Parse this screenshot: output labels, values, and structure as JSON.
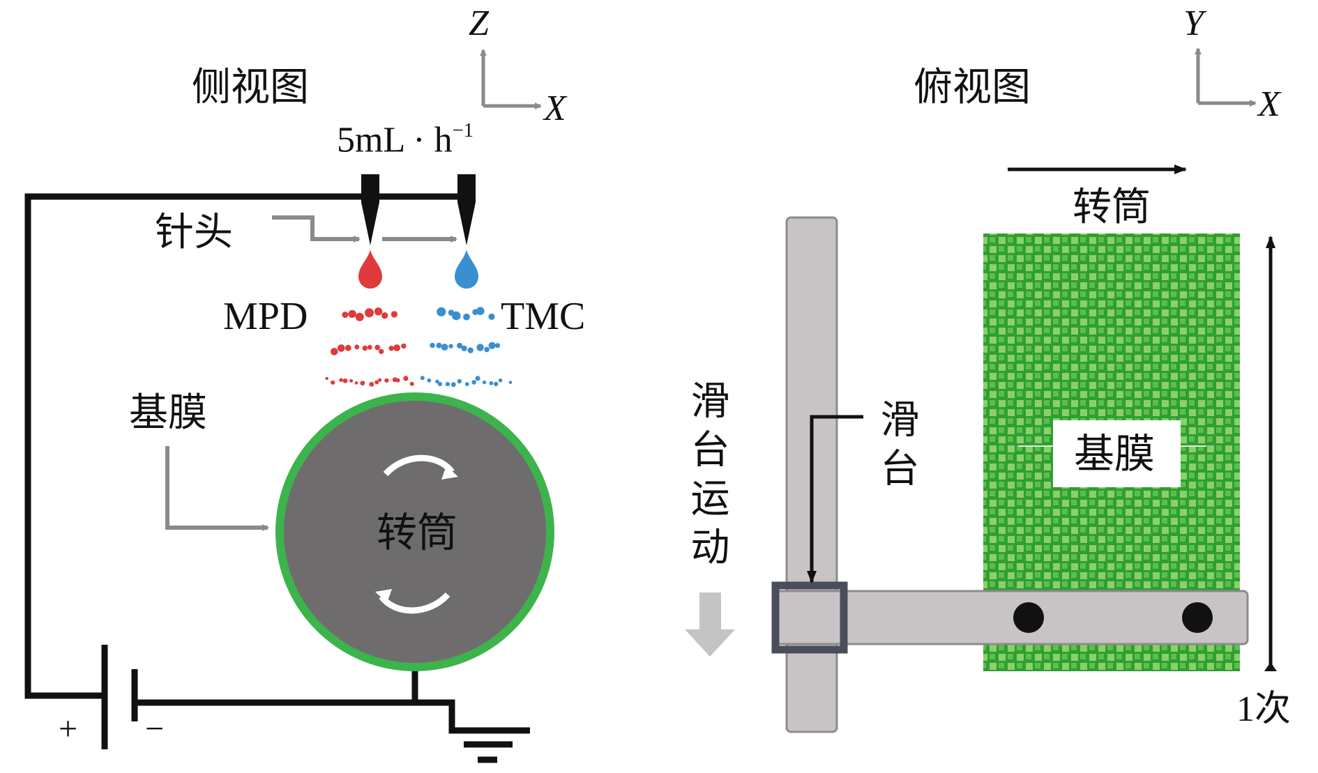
{
  "side_view": {
    "title": "侧视图",
    "axis_vertical": "Z",
    "axis_horizontal": "X",
    "flow_rate": "5mL · h",
    "flow_rate_exp": "−1",
    "needle_label": "针头",
    "left_monomer": "MPD",
    "right_monomer": "TMC",
    "substrate_label": "基膜",
    "drum_label": "转筒",
    "plus_sign": "+",
    "minus_sign": "−",
    "colors": {
      "mpd": "#e03a3a",
      "tmc": "#3a8fd0",
      "membrane": "#3cb44b",
      "drum": "#6f6c6e"
    }
  },
  "top_view": {
    "title": "俯视图",
    "axis_vertical": "Y",
    "axis_horizontal": "X",
    "drum_label": "转筒",
    "substrate_label": "基膜",
    "slide_label": "滑台",
    "slide_motion_label": "滑台运动",
    "count_label": "1次",
    "colors": {
      "membrane_dark": "#2f9e33",
      "membrane_light": "#8bd06a",
      "slide": "#c8c4c6"
    }
  }
}
